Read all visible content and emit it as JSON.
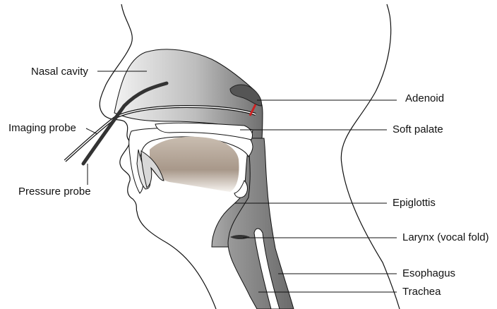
{
  "labels": {
    "nasal_cavity": "Nasal cavity",
    "imaging_probe": "Imaging probe",
    "pressure_probe": "Pressure probe",
    "adenoid": "Adenoid",
    "soft_palate": "Soft palate",
    "epiglottis": "Epiglottis",
    "larynx": "Larynx (vocal fold)",
    "esophagus": "Esophagus",
    "trachea": "Trachea"
  },
  "colors": {
    "airway_light": "#f2f2f2",
    "airway_dark": "#6f6f6f",
    "tongue_top": "#d9cfc4",
    "tongue_bottom": "#8e7c6a",
    "adenoid": "#555555",
    "probe_tip": "#cc2222",
    "outline": "#111111"
  }
}
